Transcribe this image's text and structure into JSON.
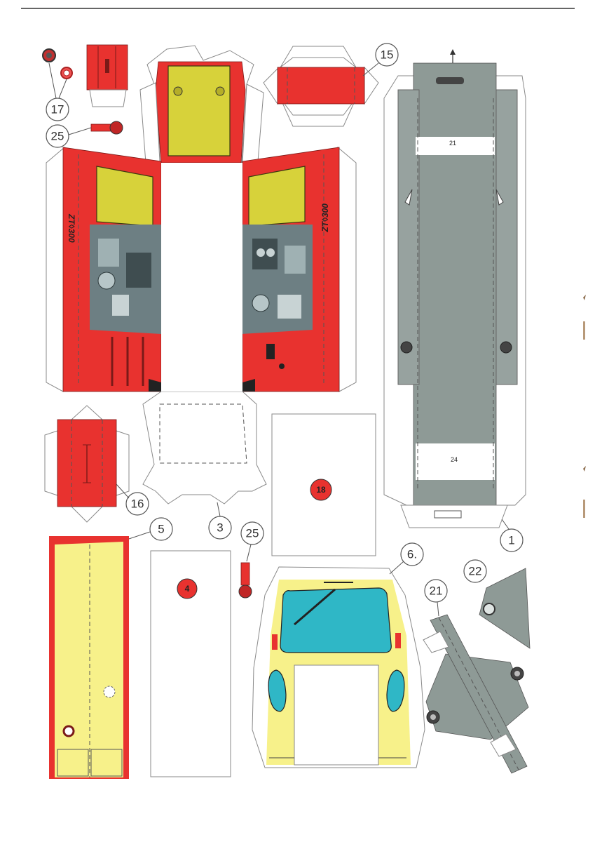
{
  "sheet": {
    "part_labels": {
      "p1": "1",
      "p3": "3",
      "p4": "4",
      "p5": "5",
      "p6": "6.",
      "p15": "15",
      "p16": "16",
      "p17": "17",
      "p18": "18",
      "p21": "21",
      "p22": "22",
      "p25a": "25",
      "p25b": "25"
    },
    "side_markings": {
      "left": "ZT◊300",
      "right": "ZT◊300"
    },
    "floor_markings": {
      "upper": "21",
      "lower": "24"
    }
  },
  "colors": {
    "red": "#e8322f",
    "yellow": "#f7f18a",
    "mesh": "#d7d23a",
    "grey": "#8e9a96",
    "blue": "#2fb7c6"
  }
}
